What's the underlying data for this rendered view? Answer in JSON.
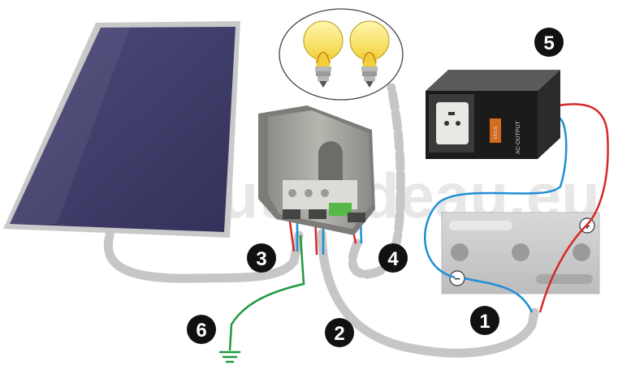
{
  "watermark": "debutterdeau.eu",
  "callouts": [
    {
      "id": "battery-cable",
      "number": "1"
    },
    {
      "id": "battery-link",
      "number": "2"
    },
    {
      "id": "panel-cable",
      "number": "3"
    },
    {
      "id": "load-cable",
      "number": "4"
    },
    {
      "id": "inverter",
      "number": "5"
    },
    {
      "id": "ground",
      "number": "6"
    }
  ],
  "battery": {
    "plus_symbol": "+",
    "minus_symbol": "−"
  },
  "inverter": {
    "brand_label": "sinus",
    "model_label": "AC-OUTPUT"
  },
  "icons": [
    "solar-panel-icon",
    "charge-controller-icon",
    "light-bulb-icon",
    "inverter-icon",
    "battery-icon",
    "ground-icon"
  ],
  "colors": {
    "panel": "#3f3d66",
    "positive_wire": "#d62828",
    "negative_wire": "#1e8fd6",
    "ground_wire": "#1f9a3c",
    "cable": "#c4c4c4",
    "badge": "#111111"
  }
}
